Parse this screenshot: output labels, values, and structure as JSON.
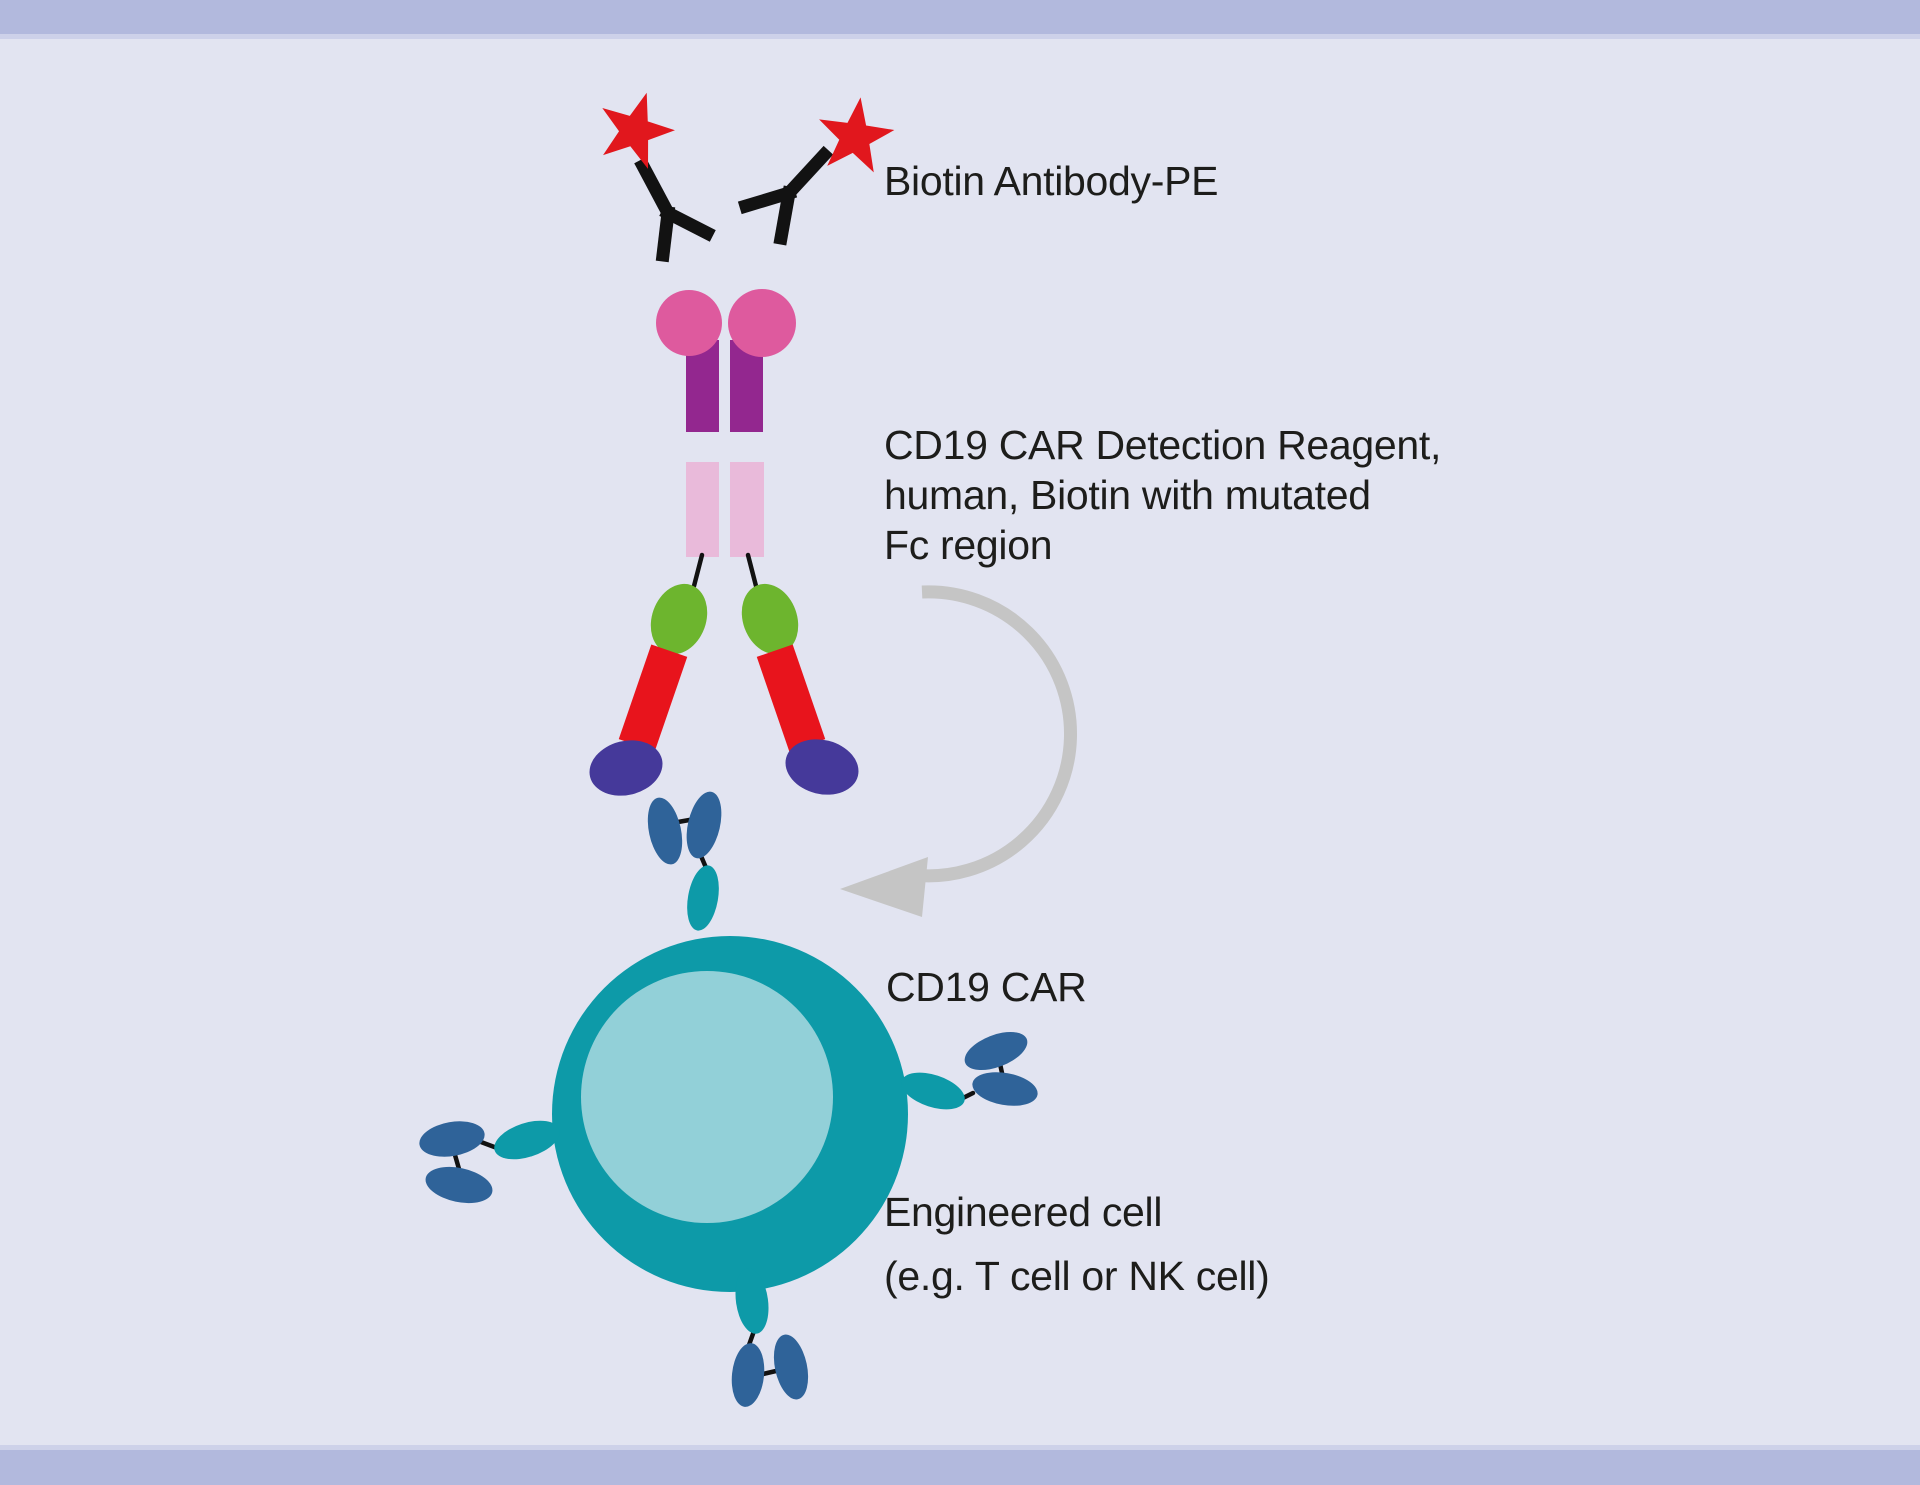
{
  "colors": {
    "background": "#e2e4f1",
    "border_band": "#b2b9dd",
    "text": "#1d1d1b",
    "antibody_black": "#121212",
    "pe_star_red": "#e1171d",
    "reagent_head_pink": "#de5a9e",
    "reagent_stalk_magenta": "#93278f",
    "reagent_fc_light_pink": "#e9bada",
    "reagent_hinge_green": "#6db52e",
    "reagent_arm_red": "#e8141c",
    "reagent_tip_purple": "#45399a",
    "car_blue": "#2f6399",
    "cell_teal": "#0d9aa8",
    "cell_inner_teal": "#92d0d8",
    "arrow_gray": "#c5c5c5"
  },
  "labels": {
    "biotin_antibody_pe": "Biotin Antibody-PE",
    "detection_reagent_line1": "CD19 CAR Detection Reagent,",
    "detection_reagent_line2": "human, Biotin with mutated",
    "detection_reagent_line3": "Fc region",
    "cd19_car": "CD19 CAR",
    "engineered_cell_line1": "Engineered cell",
    "engineered_cell_line2": "(e.g. T cell or NK cell)"
  }
}
